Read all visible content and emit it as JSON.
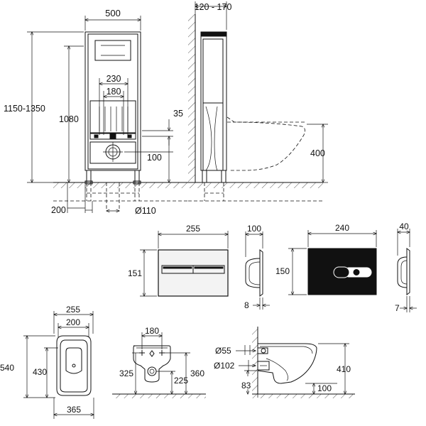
{
  "frame": {
    "width": "500",
    "height_range": "1150-1350",
    "height": "1080",
    "inner_width_outer": "230",
    "inner_width_inner": "180",
    "offset_35": "35",
    "offset_100": "100",
    "floor_200": "200",
    "pipe_diameter": "Ø110"
  },
  "side": {
    "depth_range": "120 - 170",
    "height_400": "400"
  },
  "plate1": {
    "width": "255",
    "height": "151",
    "depth": "100",
    "thickness": "8"
  },
  "plate2": {
    "width": "240",
    "height": "150",
    "depth": "40",
    "thickness": "7"
  },
  "bowl": {
    "top_outer": "255",
    "top_inner": "200",
    "length": "540",
    "inner_length": "430",
    "width": "365"
  },
  "rear": {
    "spacing": "180",
    "h325": "325",
    "h360": "360",
    "h225": "225"
  },
  "profile": {
    "d55": "Ø55",
    "d102": "Ø102",
    "h83": "83",
    "h410": "410",
    "h100": "100"
  }
}
